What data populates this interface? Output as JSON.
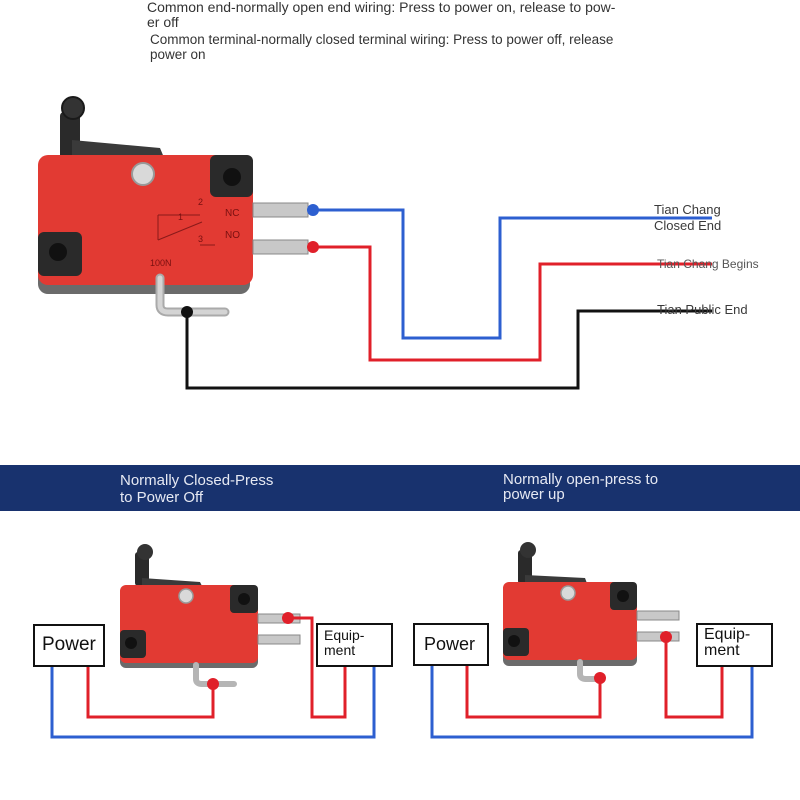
{
  "captions": {
    "no_line1": "Common end-normally open end wiring: Press to power on, release to pow-",
    "no_line2": "er off",
    "nc_line1": "Common terminal-normally closed terminal wiring: Press to power off, release",
    "nc_line2": "power on"
  },
  "labels": {
    "closed_line1": "Tian Chang",
    "closed_line2": "Closed End",
    "begins": "Tian Chang Begins",
    "public": "Tian Public End"
  },
  "switch_markings": {
    "t1": "1",
    "t2": "2",
    "t3": "3",
    "nc": "NC",
    "no": "NO",
    "rating": "100N"
  },
  "sections": {
    "nc_line1": "Normally Closed-Press",
    "nc_line2": "to Power Off",
    "no_line1": "Normally open-press to",
    "no_line2": "power up"
  },
  "left_circuit": {
    "power": "Power",
    "equip_line1": "Equip-",
    "equip_line2": "ment"
  },
  "right_circuit": {
    "power": "Power",
    "equip_line1": "Equip-",
    "equip_line2": "ment"
  },
  "colors": {
    "blue_wire": "#2d5fd0",
    "red_wire": "#e0202a",
    "black_wire": "#111111",
    "switch_body": "#e23a33",
    "band": "#18326e"
  }
}
